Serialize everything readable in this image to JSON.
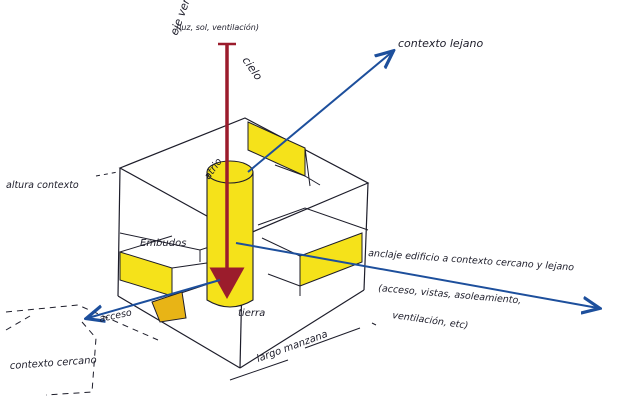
{
  "labels": {
    "eje_vertical": "eje vertical",
    "eje_vertical_sub": "(luz, sol, ventilación)",
    "cielo": "cielo",
    "contexto_lejano": "contexto lejano",
    "altura_contexto": "altura contexto",
    "atrio": "atrio",
    "embudos": "Embudos",
    "anclaje": "anclaje edificio a contexto cercano y lejano",
    "anclaje_sub1": "(acceso, vistas, asoleamiento,",
    "anclaje_sub2": "ventilación, etc)",
    "acceso": "acceso",
    "tierra": "tierra",
    "largo_manzana": "largo manzana",
    "contexto_cercano": "contexto cercano"
  },
  "colors": {
    "ink": "#1d1d2a",
    "yellow": "#f5e21a",
    "yellow_dark": "#e8b416",
    "red_axis": "#9b1c2c",
    "blue_arrow": "#1d4f9c"
  }
}
